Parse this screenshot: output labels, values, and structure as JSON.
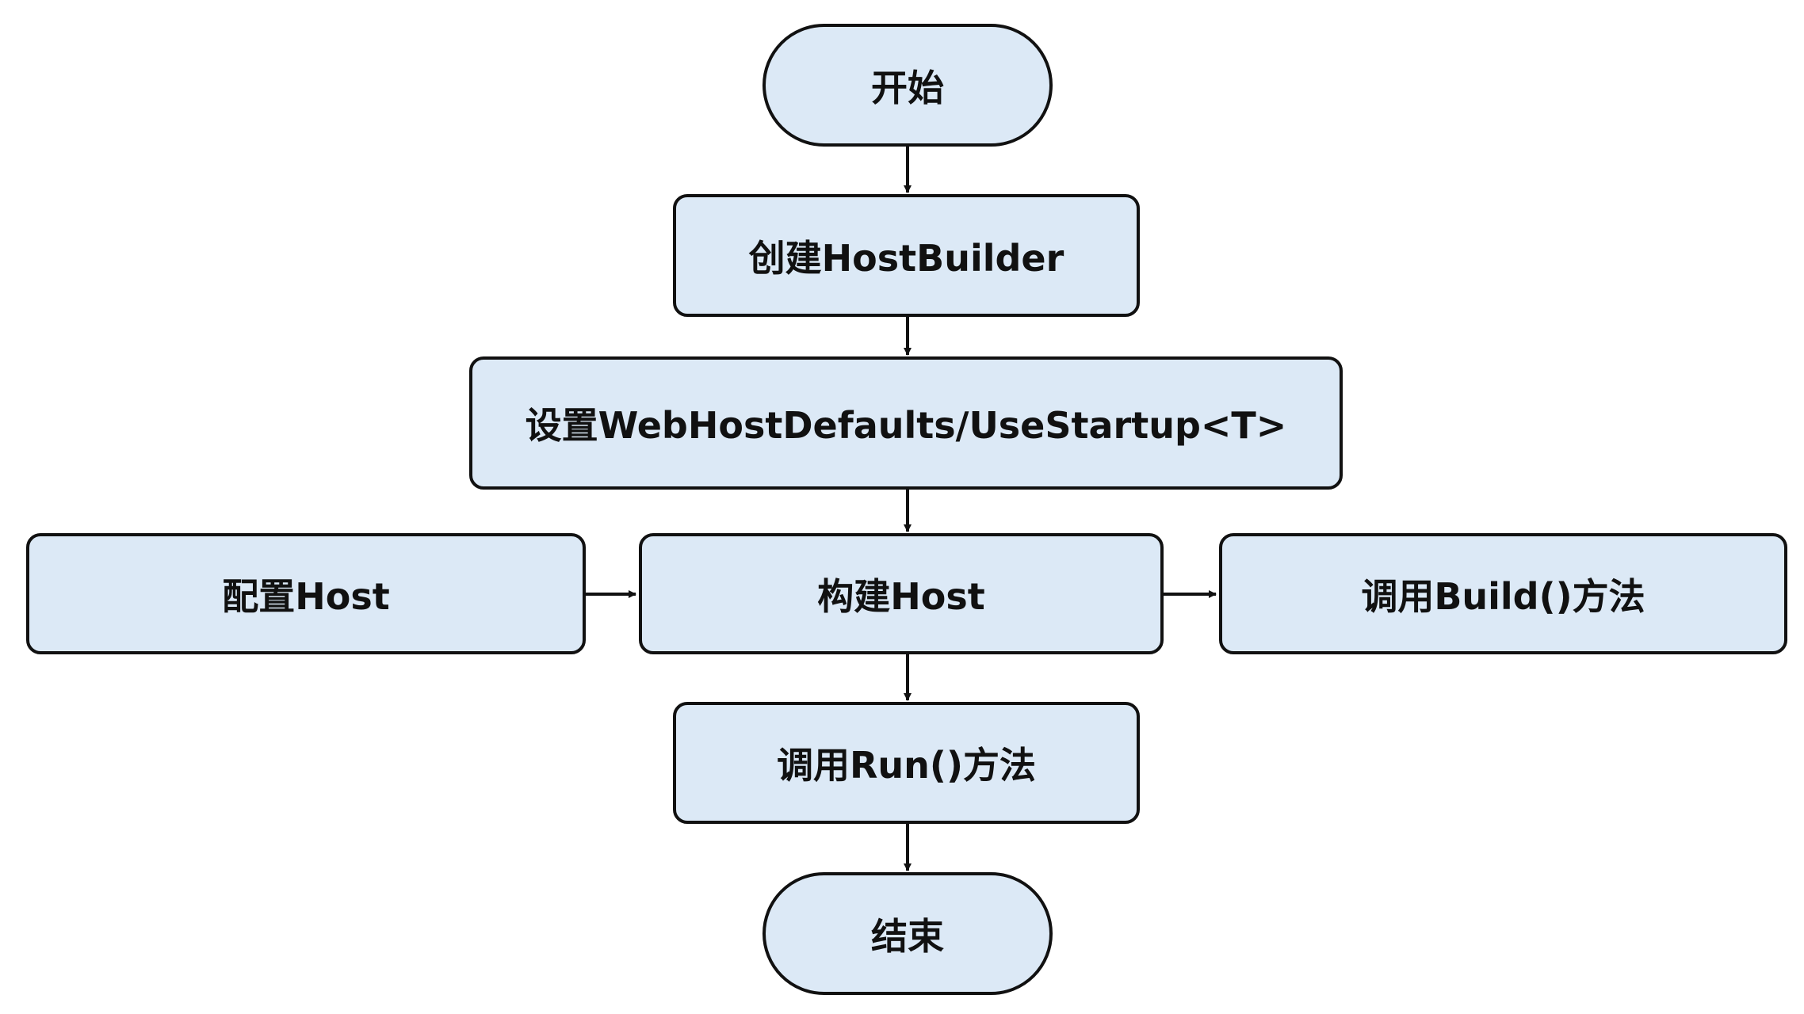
{
  "diagram": {
    "nodes": {
      "start": "开始",
      "create_builder": "创建HostBuilder",
      "set_defaults": "设置WebHostDefaults/UseStartup<T>",
      "configure_host": "配置Host",
      "build_host": "构建Host",
      "call_build": "调用Build()方法",
      "call_run": "调用Run()方法",
      "end": "结束"
    },
    "edges": [
      {
        "from": "start",
        "to": "create_builder"
      },
      {
        "from": "create_builder",
        "to": "set_defaults"
      },
      {
        "from": "set_defaults",
        "to": "build_host"
      },
      {
        "from": "configure_host",
        "to": "build_host"
      },
      {
        "from": "build_host",
        "to": "call_build"
      },
      {
        "from": "build_host",
        "to": "call_run"
      },
      {
        "from": "call_run",
        "to": "end"
      }
    ],
    "colors": {
      "node_fill": "#dce9f6",
      "stroke": "#111111"
    }
  }
}
